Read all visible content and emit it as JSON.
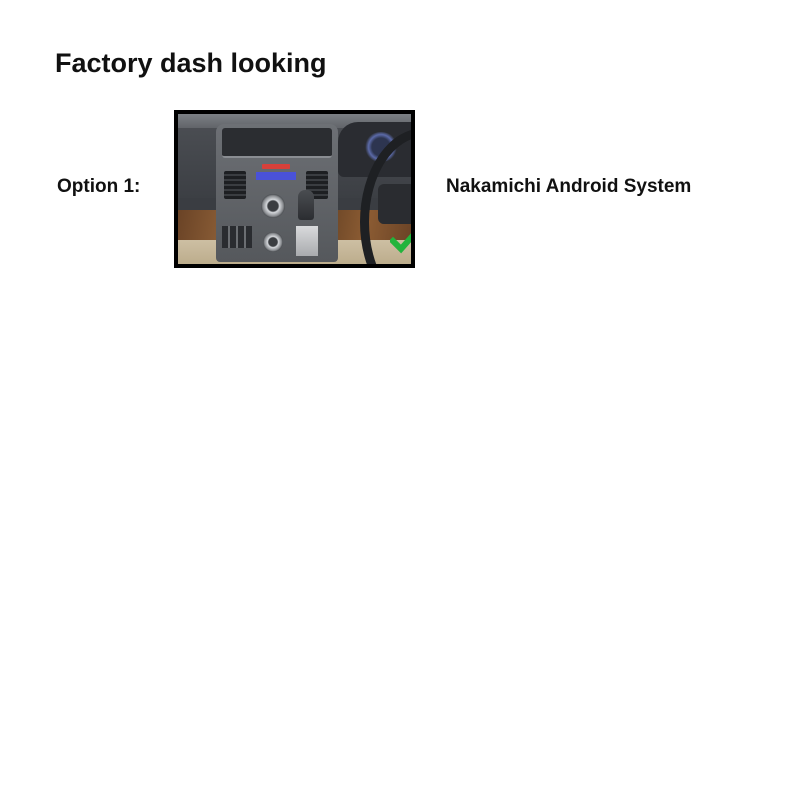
{
  "heading": {
    "title": "Factory dash looking"
  },
  "option": {
    "label": "Option 1:",
    "product_name": "Nakamichi Android System",
    "image": {
      "alt": "Factory dashboard with center console, climate controls, gear shifter and steering wheel",
      "selected_icon": "checkmark-icon",
      "selected_color": "#22b43c"
    }
  },
  "colors": {
    "background": "#ffffff",
    "text": "#111111",
    "frame_border": "#000000",
    "check_green": "#22b43c"
  }
}
